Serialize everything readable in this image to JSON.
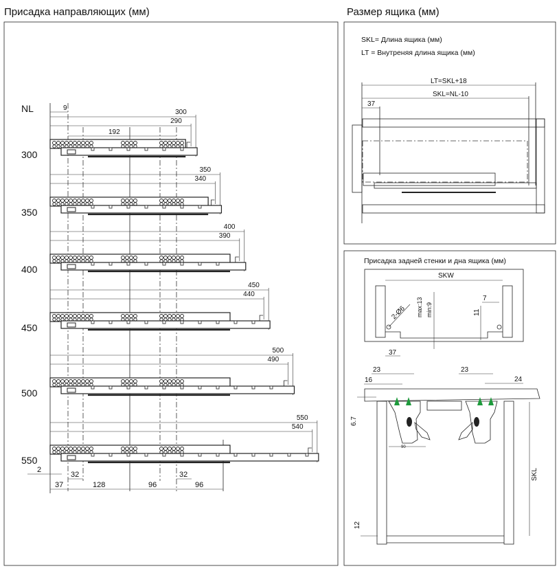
{
  "left_panel": {
    "title": "Присадка направляющих (мм)",
    "nl_label": "NL",
    "rails": [
      {
        "nl": "300",
        "dim_full": "300",
        "dim_inner": "290"
      },
      {
        "nl": "350",
        "dim_full": "350",
        "dim_inner": "340"
      },
      {
        "nl": "400",
        "dim_full": "400",
        "dim_inner": "390"
      },
      {
        "nl": "450",
        "dim_full": "450",
        "dim_inner": "440"
      },
      {
        "nl": "500",
        "dim_full": "500",
        "dim_inner": "490"
      },
      {
        "nl": "550",
        "dim_full": "550",
        "dim_inner": "540"
      }
    ],
    "top_dims": {
      "offset": "9",
      "spacing": "192"
    },
    "bottom_dims": {
      "gap": "2",
      "hole_a": "32",
      "hole_b": "32",
      "segments": [
        "37",
        "128",
        "96",
        "96"
      ]
    }
  },
  "right_top": {
    "title": "Размер ящика (мм)",
    "legend": [
      "SKL= Длина ящика  (мм)",
      "LT = Внутреняя длина ящика (мм)"
    ],
    "dims": {
      "lt": "LT=SKL+18",
      "skl": "SKL=NL-10",
      "offset": "37"
    }
  },
  "right_bottom": {
    "title": "Присадка задней стенки и дна ящика (мм)",
    "dims": {
      "skw": "SKW",
      "hole": "2-Ø6",
      "max": "max:13",
      "min": "min:9",
      "d7": "7",
      "d11": "11",
      "d37": "37",
      "d23_left": "23",
      "d16": "16",
      "d23_right": "23",
      "d24": "24",
      "d6_7": "6.7",
      "d90": "90",
      "skl": "SKL",
      "d12": "12"
    }
  },
  "colors": {
    "accent_green": "#1e9a3c",
    "line": "#222222",
    "hatch": "#555555"
  }
}
